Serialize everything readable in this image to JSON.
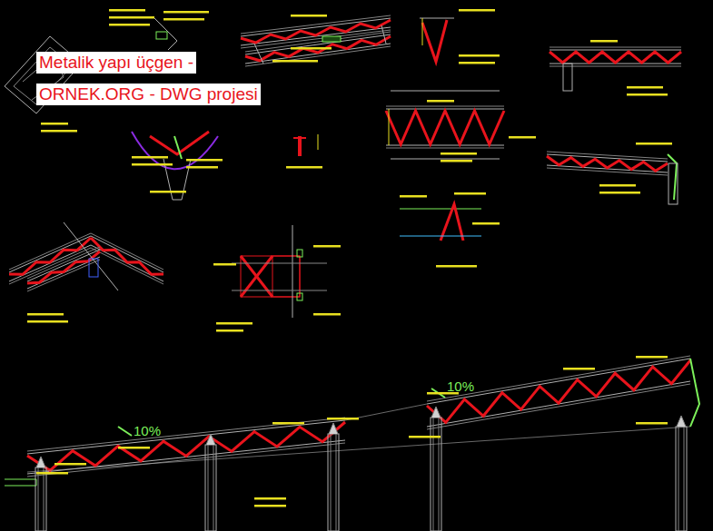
{
  "diagram": {
    "nodes": [
      {
        "text": [
          "Metalik yapı üçgen -"
        ]
      },
      {
        "text": [
          "ORNEK.ORG - DWG projesi"
        ]
      }
    ],
    "labels": [
      "10%",
      "10%"
    ]
  }
}
